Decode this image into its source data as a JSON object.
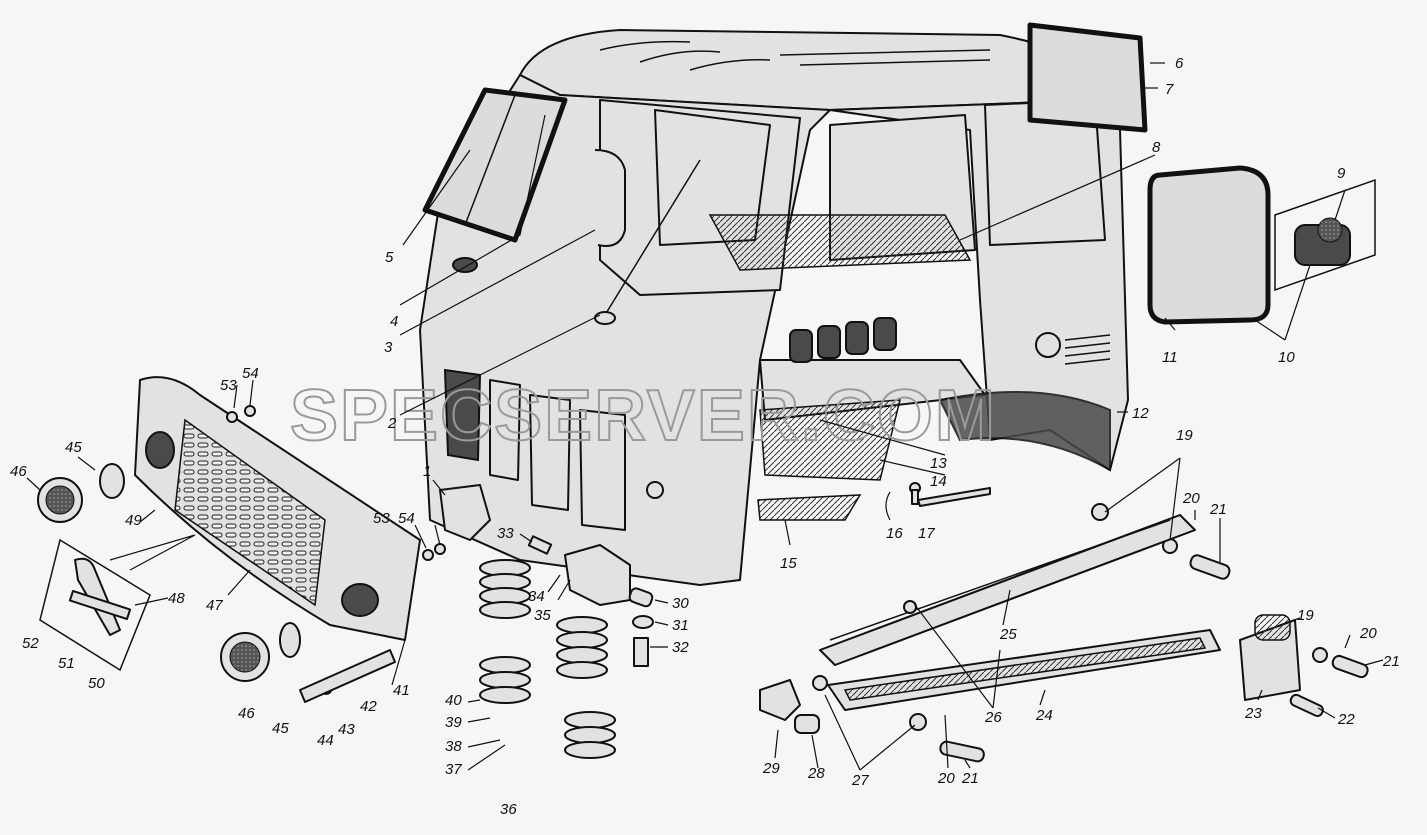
{
  "watermark": "SPECSERVER.COM",
  "callouts": [
    "1",
    "2",
    "3",
    "4",
    "5",
    "6",
    "7",
    "8",
    "9",
    "10",
    "11",
    "12",
    "13",
    "14",
    "15",
    "16",
    "17",
    "19",
    "20",
    "21",
    "22",
    "23",
    "24",
    "25",
    "26",
    "27",
    "28",
    "29",
    "30",
    "31",
    "32",
    "33",
    "34",
    "35",
    "36",
    "37",
    "38",
    "39",
    "40",
    "41",
    "42",
    "43",
    "44",
    "45",
    "46",
    "47",
    "48",
    "49",
    "50",
    "51",
    "52",
    "53",
    "54"
  ],
  "labels": [
    {
      "id": "l5",
      "text": "5"
    },
    {
      "id": "l4",
      "text": "4"
    },
    {
      "id": "l3",
      "text": "3"
    },
    {
      "id": "l2",
      "text": "2"
    },
    {
      "id": "l6",
      "text": "6"
    },
    {
      "id": "l7",
      "text": "7"
    },
    {
      "id": "l8",
      "text": "8"
    },
    {
      "id": "l9",
      "text": "9"
    },
    {
      "id": "l11",
      "text": "11"
    },
    {
      "id": "l10",
      "text": "10"
    },
    {
      "id": "l12",
      "text": "12"
    },
    {
      "id": "l13",
      "text": "13"
    },
    {
      "id": "l14",
      "text": "14"
    },
    {
      "id": "l16",
      "text": "16"
    },
    {
      "id": "l17",
      "text": "17"
    },
    {
      "id": "l15",
      "text": "15"
    },
    {
      "id": "l19a",
      "text": "19"
    },
    {
      "id": "l20a",
      "text": "20"
    },
    {
      "id": "l21a",
      "text": "21"
    },
    {
      "id": "l1",
      "text": "1"
    },
    {
      "id": "l53a",
      "text": "53"
    },
    {
      "id": "l54a",
      "text": "54"
    },
    {
      "id": "l45a",
      "text": "45"
    },
    {
      "id": "l46a",
      "text": "46"
    },
    {
      "id": "l49",
      "text": "49"
    },
    {
      "id": "l53b",
      "text": "53"
    },
    {
      "id": "l54b",
      "text": "54"
    },
    {
      "id": "l33",
      "text": "33"
    },
    {
      "id": "l34",
      "text": "34"
    },
    {
      "id": "l35",
      "text": "35"
    },
    {
      "id": "l30",
      "text": "30"
    },
    {
      "id": "l31",
      "text": "31"
    },
    {
      "id": "l32",
      "text": "32"
    },
    {
      "id": "l48",
      "text": "48"
    },
    {
      "id": "l47",
      "text": "47"
    },
    {
      "id": "l52",
      "text": "52"
    },
    {
      "id": "l51",
      "text": "51"
    },
    {
      "id": "l50",
      "text": "50"
    },
    {
      "id": "l46b",
      "text": "46"
    },
    {
      "id": "l45b",
      "text": "45"
    },
    {
      "id": "l44",
      "text": "44"
    },
    {
      "id": "l43",
      "text": "43"
    },
    {
      "id": "l42",
      "text": "42"
    },
    {
      "id": "l41",
      "text": "41"
    },
    {
      "id": "l40",
      "text": "40"
    },
    {
      "id": "l39",
      "text": "39"
    },
    {
      "id": "l38",
      "text": "38"
    },
    {
      "id": "l37",
      "text": "37"
    },
    {
      "id": "l36",
      "text": "36"
    },
    {
      "id": "l25",
      "text": "25"
    },
    {
      "id": "l26",
      "text": "26"
    },
    {
      "id": "l24",
      "text": "24"
    },
    {
      "id": "l19b",
      "text": "19"
    },
    {
      "id": "l20b",
      "text": "20"
    },
    {
      "id": "l21b",
      "text": "21"
    },
    {
      "id": "l23",
      "text": "23"
    },
    {
      "id": "l22",
      "text": "22"
    },
    {
      "id": "l29",
      "text": "29"
    },
    {
      "id": "l28",
      "text": "28"
    },
    {
      "id": "l27",
      "text": "27"
    },
    {
      "id": "l20c",
      "text": "20"
    },
    {
      "id": "l21c",
      "text": "21"
    }
  ]
}
